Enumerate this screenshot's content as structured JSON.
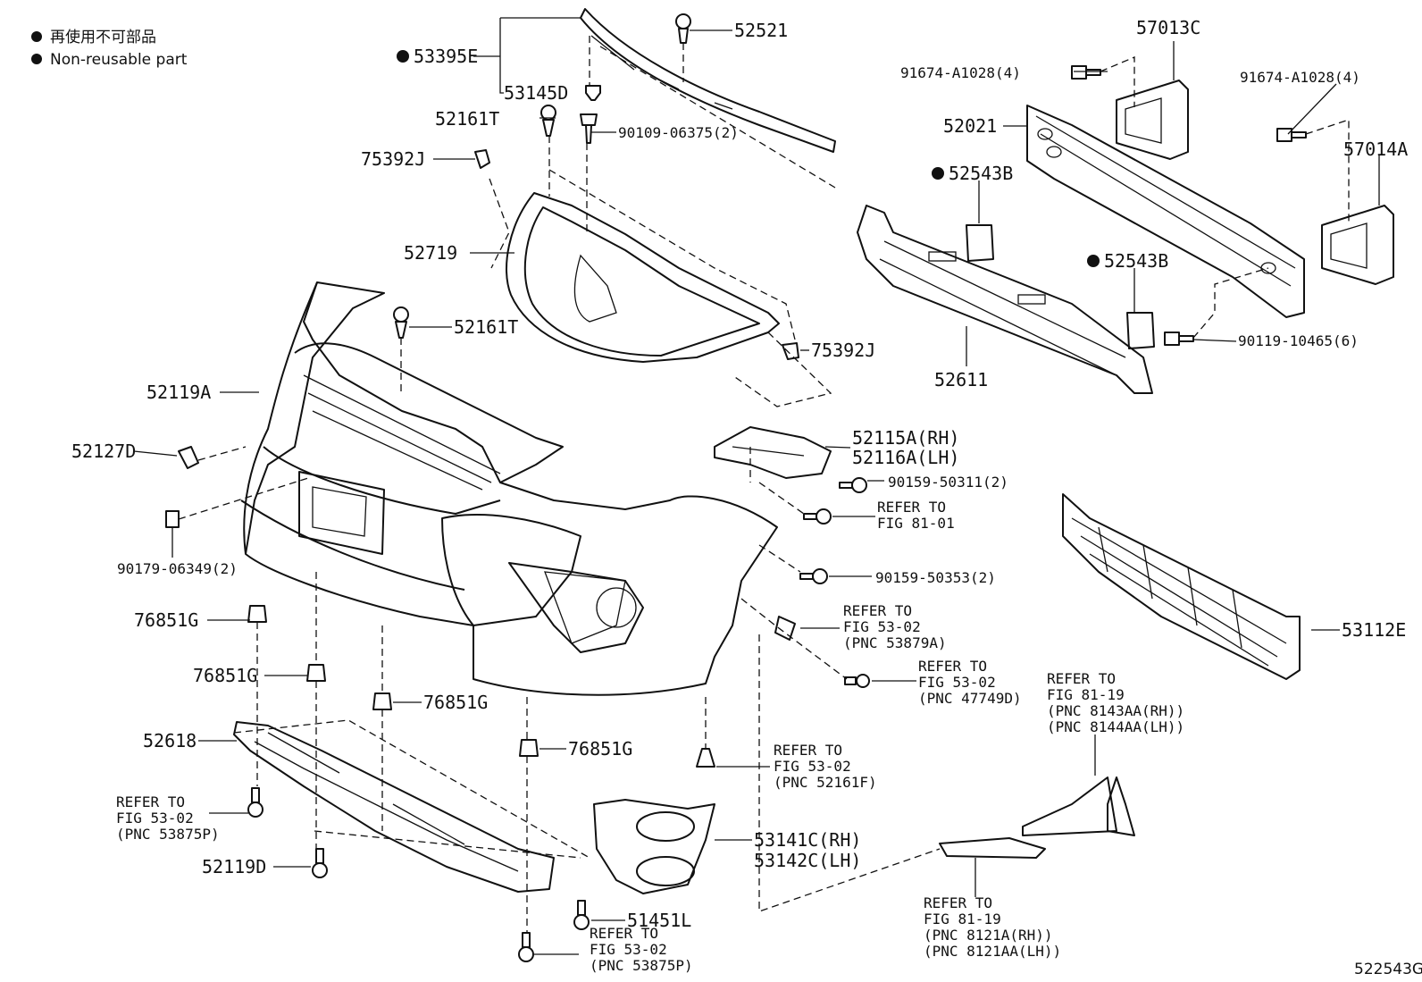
{
  "legend": {
    "jp": "再使用不可部品",
    "en": "Non-reusable part"
  },
  "footer_code": "522543G",
  "callouts": [
    {
      "id": "53395E",
      "text": "53395E",
      "nonreusable": true
    },
    {
      "id": "53145D",
      "text": "53145D",
      "nonreusable": false
    },
    {
      "id": "52521",
      "text": "52521",
      "nonreusable": false
    },
    {
      "id": "52161T_a",
      "text": "52161T",
      "nonreusable": false
    },
    {
      "id": "90109-06375",
      "text": "90109-06375(2)",
      "nonreusable": false
    },
    {
      "id": "75392J_a",
      "text": "75392J",
      "nonreusable": false
    },
    {
      "id": "52719",
      "text": "52719",
      "nonreusable": false
    },
    {
      "id": "52161T_b",
      "text": "52161T",
      "nonreusable": false
    },
    {
      "id": "75392J_b",
      "text": "75392J",
      "nonreusable": false
    },
    {
      "id": "52119A",
      "text": "52119A",
      "nonreusable": false
    },
    {
      "id": "52127D",
      "text": "52127D",
      "nonreusable": false
    },
    {
      "id": "90179-06349",
      "text": "90179-06349(2)",
      "nonreusable": false
    },
    {
      "id": "76851G_a",
      "text": "76851G",
      "nonreusable": false
    },
    {
      "id": "76851G_b",
      "text": "76851G",
      "nonreusable": false
    },
    {
      "id": "76851G_c",
      "text": "76851G",
      "nonreusable": false
    },
    {
      "id": "76851G_d",
      "text": "76851G",
      "nonreusable": false
    },
    {
      "id": "52618",
      "text": "52618",
      "nonreusable": false
    },
    {
      "id": "52119D",
      "text": "52119D",
      "nonreusable": false
    },
    {
      "id": "51451L",
      "text": "51451L",
      "nonreusable": false
    },
    {
      "id": "57013C",
      "text": "57013C",
      "nonreusable": false
    },
    {
      "id": "91674-A1028_a",
      "text": "91674-A1028(4)",
      "nonreusable": false
    },
    {
      "id": "91674-A1028_b",
      "text": "91674-A1028(4)",
      "nonreusable": false
    },
    {
      "id": "52021",
      "text": "52021",
      "nonreusable": false
    },
    {
      "id": "57014A",
      "text": "57014A",
      "nonreusable": false
    },
    {
      "id": "52543B_a",
      "text": "52543B",
      "nonreusable": true
    },
    {
      "id": "52543B_b",
      "text": "52543B",
      "nonreusable": true
    },
    {
      "id": "90119-10465",
      "text": "90119-10465(6)",
      "nonreusable": false
    },
    {
      "id": "52611",
      "text": "52611",
      "nonreusable": false
    },
    {
      "id": "52115A",
      "text": "52115A(RH)",
      "nonreusable": false
    },
    {
      "id": "52116A",
      "text": "52116A(LH)",
      "nonreusable": false
    },
    {
      "id": "90159-50311",
      "text": "90159-50311(2)",
      "nonreusable": false
    },
    {
      "id": "90159-50353",
      "text": "90159-50353(2)",
      "nonreusable": false
    },
    {
      "id": "53112E",
      "text": "53112E",
      "nonreusable": false
    },
    {
      "id": "53141C",
      "text": "53141C(RH)",
      "nonreusable": false
    },
    {
      "id": "53142C",
      "text": "53142C(LH)",
      "nonreusable": false
    }
  ],
  "references": [
    {
      "id": "ref_81_01",
      "lines": [
        "REFER TO",
        "FIG 81-01"
      ]
    },
    {
      "id": "ref_53879A",
      "lines": [
        "REFER TO",
        "FIG 53-02",
        "(PNC 53879A)"
      ]
    },
    {
      "id": "ref_47749D",
      "lines": [
        "REFER TO",
        "FIG 53-02",
        "(PNC 47749D)"
      ]
    },
    {
      "id": "ref_8143AA",
      "lines": [
        "REFER TO",
        "FIG 81-19",
        "(PNC 8143AA(RH))",
        "(PNC 8144AA(LH))"
      ]
    },
    {
      "id": "ref_52161F",
      "lines": [
        "REFER TO",
        "FIG 53-02",
        "(PNC 52161F)"
      ]
    },
    {
      "id": "ref_53875P_a",
      "lines": [
        "REFER TO",
        "FIG 53-02",
        "(PNC 53875P)"
      ]
    },
    {
      "id": "ref_53875P_b",
      "lines": [
        "REFER TO",
        "FIG 53-02",
        "(PNC 53875P)"
      ]
    },
    {
      "id": "ref_8121A",
      "lines": [
        "REFER TO",
        "FIG 81-19",
        "(PNC 8121A(RH))",
        "(PNC 8121AA(LH))"
      ]
    }
  ]
}
